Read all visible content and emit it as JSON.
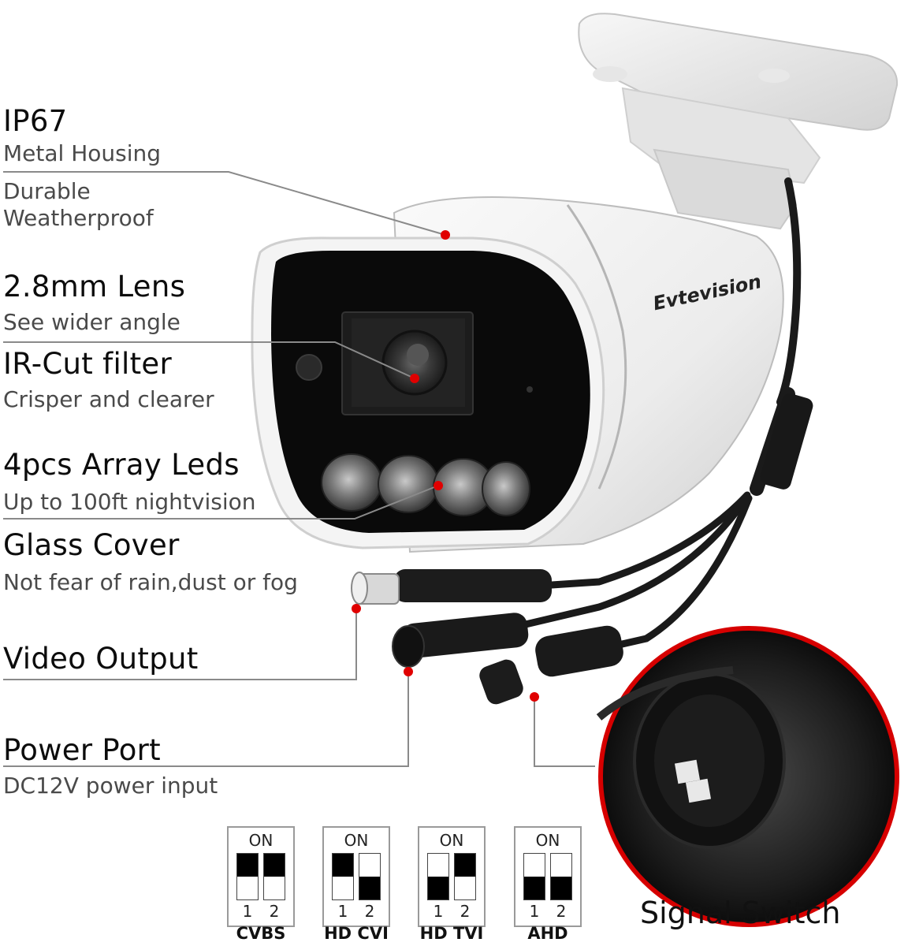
{
  "brand": "Evtevision",
  "features": [
    {
      "title": "IP67",
      "lines": [
        "Metal Housing",
        "Durable",
        "Weatherproof"
      ]
    },
    {
      "title": "2.8mm Lens",
      "lines": [
        "See wider angle"
      ]
    },
    {
      "title": "IR-Cut filter",
      "lines": [
        "Crisper and clearer"
      ]
    },
    {
      "title": "4pcs Array Leds",
      "lines": [
        "Up to 100ft nightvision"
      ]
    },
    {
      "title": "Glass Cover",
      "lines": [
        "Not fear of rain,dust or fog"
      ]
    },
    {
      "title": "Video Output",
      "lines": []
    },
    {
      "title": "Power Port",
      "lines": [
        "DC12V power input"
      ]
    }
  ],
  "switches": [
    {
      "label": "CVBS",
      "on_label": "ON",
      "nums": [
        "1",
        "2"
      ],
      "positions": [
        "up",
        "up"
      ]
    },
    {
      "label": "HD CVI",
      "on_label": "ON",
      "nums": [
        "1",
        "2"
      ],
      "positions": [
        "up",
        "down"
      ]
    },
    {
      "label": "HD TVI",
      "on_label": "ON",
      "nums": [
        "1",
        "2"
      ],
      "positions": [
        "down",
        "up"
      ]
    },
    {
      "label": "AHD",
      "on_label": "ON",
      "nums": [
        "1",
        "2"
      ],
      "positions": [
        "down",
        "down"
      ]
    }
  ],
  "signal_switch_label": "Signal Switch",
  "colors": {
    "marker": "#e00000",
    "leader": "#8a8a8a",
    "housing": "#f2f2f2",
    "cable": "#1a1a1a"
  }
}
